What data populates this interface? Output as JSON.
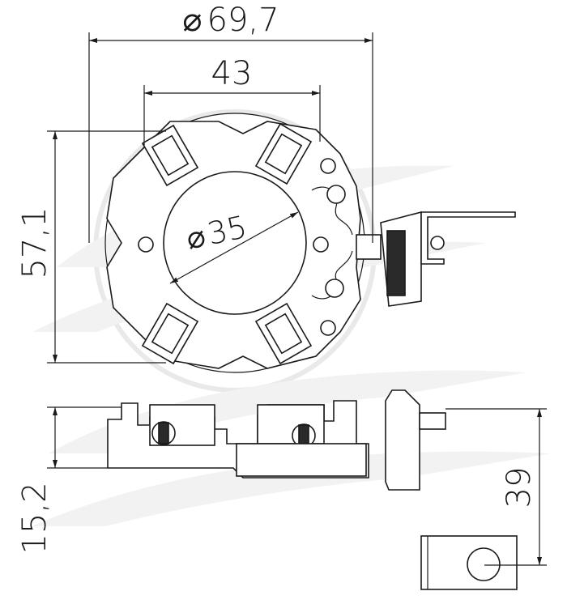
{
  "drawing": {
    "dimensions": {
      "outer_diameter_symbol": "⌀",
      "outer_diameter": "69,7",
      "width_top": "43",
      "height_top": "57,1",
      "inner_diameter_symbol": "⌀",
      "inner_diameter": "35",
      "side_height": "15,2",
      "terminal_height": "39"
    },
    "colors": {
      "line": "#1a1a1a",
      "watermark": "#f0f0f0"
    }
  }
}
